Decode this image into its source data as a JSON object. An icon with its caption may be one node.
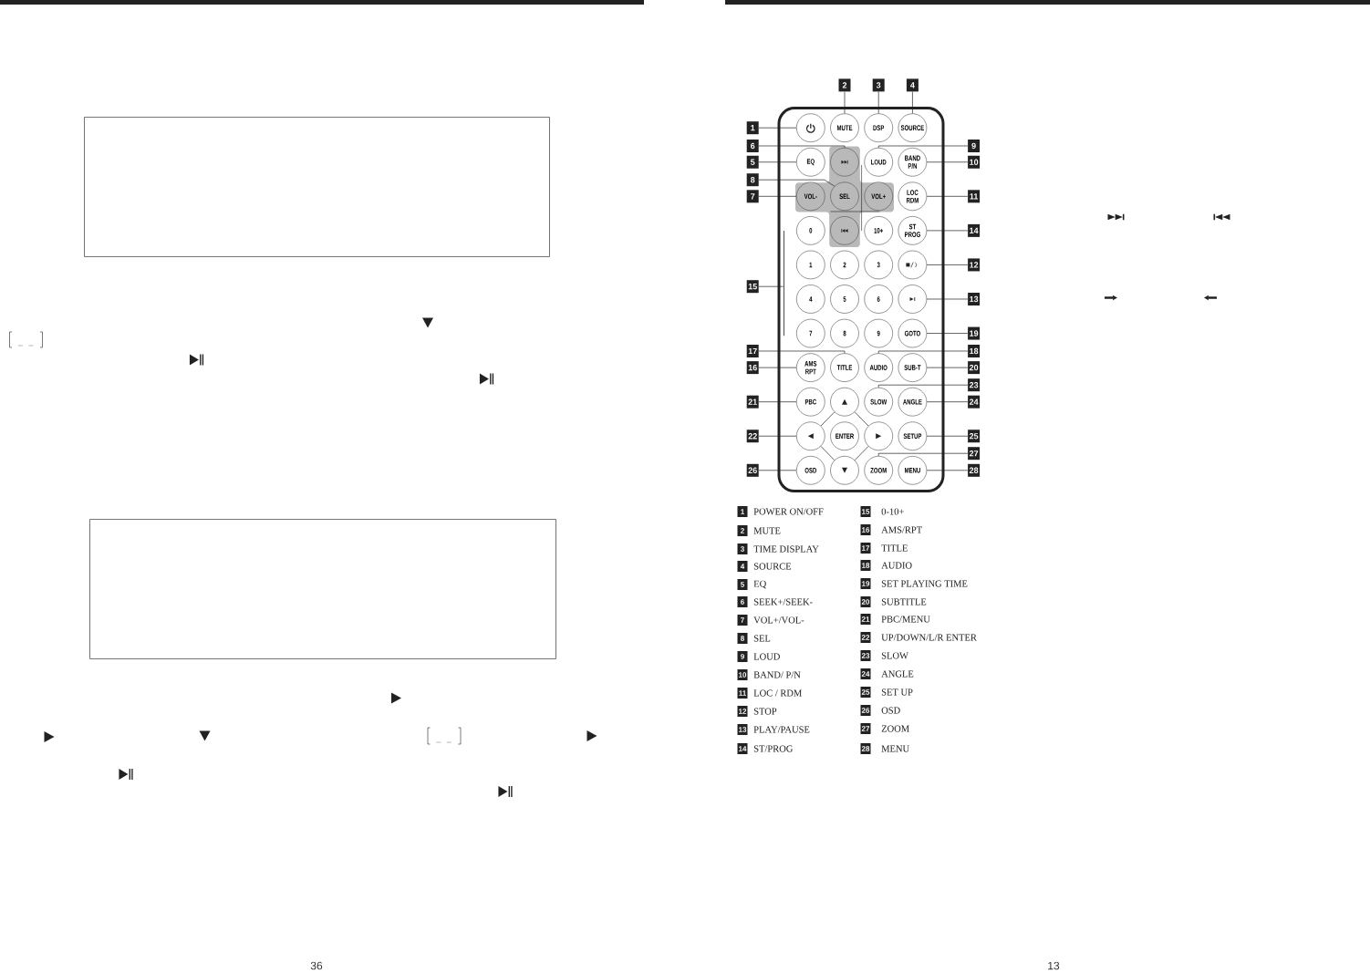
{
  "diagram": {
    "nodes": [
      {
        "text": [],
        "shape": "circle"
      },
      {
        "text": [
          "MUTE"
        ]
      },
      {
        "text": [
          "DSP"
        ]
      },
      {
        "text": [
          "SOURCE"
        ]
      },
      {
        "text": [
          "EQ"
        ]
      },
      {
        "text": [],
        "shape": "circle"
      },
      {
        "text": [
          "LOUD"
        ]
      },
      {
        "text": [
          "BAND P/N"
        ]
      },
      {
        "text": [
          "VOL-"
        ]
      },
      {
        "text": [
          "SEL"
        ]
      },
      {
        "text": [
          "VOL+"
        ]
      },
      {
        "text": [
          "LOC RDM"
        ]
      },
      {
        "text": [
          "0"
        ]
      },
      {
        "text": [],
        "shape": "circle"
      },
      {
        "text": [
          "10+"
        ]
      },
      {
        "text": [
          "ST PROG"
        ]
      },
      {
        "text": [
          "1"
        ]
      },
      {
        "text": [
          "2"
        ]
      },
      {
        "text": [
          "3"
        ]
      },
      {
        "text": [],
        "shape": "circle"
      },
      {
        "text": [
          "4"
        ]
      },
      {
        "text": [
          "5"
        ]
      },
      {
        "text": [
          "6"
        ]
      },
      {
        "text": [],
        "shape": "circle"
      },
      {
        "text": [
          "7"
        ]
      },
      {
        "text": [
          "8"
        ]
      },
      {
        "text": [
          "9"
        ]
      },
      {
        "text": [
          "GOTO"
        ]
      },
      {
        "text": [
          "AMS RPT"
        ]
      },
      {
        "text": [
          "TITLE"
        ]
      },
      {
        "text": [
          "AUDIO"
        ]
      },
      {
        "text": [
          "SUB-T"
        ]
      },
      {
        "text": [
          "PBC"
        ]
      },
      {
        "text": [],
        "shape": "circle"
      },
      {
        "text": [
          "SLOW"
        ]
      },
      {
        "text": [
          "ANGLE"
        ]
      },
      {
        "text": [],
        "shape": "circle"
      },
      {
        "text": [
          "ENTER"
        ]
      },
      {
        "text": [],
        "shape": "circle"
      },
      {
        "text": [
          "SETUP"
        ]
      },
      {
        "text": [
          "OSD"
        ]
      },
      {
        "text": [],
        "shape": "circle"
      },
      {
        "text": [
          "ZOOM"
        ]
      },
      {
        "text": [
          "MENU"
        ]
      },
      {
        "text": [
          "2"
        ]
      },
      {
        "text": [
          "3"
        ]
      },
      {
        "text": [
          "4"
        ]
      },
      {
        "text": [
          "1"
        ]
      },
      {
        "text": [
          "6"
        ]
      },
      {
        "text": [
          "9"
        ]
      },
      {
        "text": [
          "5"
        ]
      },
      {
        "text": [
          "10"
        ]
      },
      {
        "text": [
          "8"
        ]
      },
      {
        "text": [
          "7"
        ]
      },
      {
        "text": [
          "11"
        ]
      },
      {
        "text": [
          "14"
        ]
      },
      {
        "text": [
          "12"
        ]
      },
      {
        "text": [
          "15"
        ]
      },
      {
        "text": [
          "13"
        ]
      },
      {
        "text": [
          "19"
        ]
      },
      {
        "text": [
          "17"
        ]
      },
      {
        "text": [
          "18"
        ]
      },
      {
        "text": [
          "16"
        ]
      },
      {
        "text": [
          "20"
        ]
      },
      {
        "text": [
          "23"
        ]
      },
      {
        "text": [
          "21"
        ]
      },
      {
        "text": [
          "24"
        ]
      },
      {
        "text": [
          "22"
        ]
      },
      {
        "text": [
          "25"
        ]
      },
      {
        "text": [
          "27"
        ]
      },
      {
        "text": [
          "26"
        ]
      },
      {
        "text": [
          "28"
        ]
      },
      {
        "text": [],
        "shape": "bar"
      }
    ],
    "edges": [
      {
        "from": 47,
        "to": 0,
        "arrow": "none"
      },
      {
        "from": 44,
        "to": 1,
        "arrow": "none"
      },
      {
        "from": 45,
        "to": 2,
        "arrow": "none"
      },
      {
        "from": 46,
        "to": 3,
        "arrow": "none"
      },
      {
        "from": 48,
        "to": 5,
        "arrow": "none"
      },
      {
        "from": 49,
        "to": 6,
        "arrow": "none"
      },
      {
        "from": 50,
        "to": 4,
        "arrow": "none"
      },
      {
        "from": 51,
        "to": 7,
        "arrow": "none"
      },
      {
        "from": 52,
        "to": 9,
        "arrow": "none"
      },
      {
        "from": 53,
        "to": 8,
        "arrow": "none"
      },
      {
        "from": 54,
        "to": 11,
        "arrow": "none"
      },
      {
        "from": 55,
        "to": 15,
        "arrow": "none"
      },
      {
        "from": 56,
        "to": 19,
        "arrow": "none"
      },
      {
        "from": 58,
        "to": 23,
        "arrow": "none"
      },
      {
        "from": 59,
        "to": 27,
        "arrow": "none"
      },
      {
        "from": 60,
        "to": 29,
        "arrow": "none"
      },
      {
        "from": 61,
        "to": 30,
        "arrow": "none"
      },
      {
        "from": 62,
        "to": 28,
        "arrow": "none"
      },
      {
        "from": 63,
        "to": 31,
        "arrow": "none"
      },
      {
        "from": 64,
        "to": 34,
        "arrow": "none"
      },
      {
        "from": 65,
        "to": 32,
        "arrow": "none"
      },
      {
        "from": 66,
        "to": 35,
        "arrow": "none"
      },
      {
        "from": 67,
        "to": 36,
        "arrow": "none"
      },
      {
        "from": 68,
        "to": 39,
        "arrow": "none"
      },
      {
        "from": 69,
        "to": 42,
        "arrow": "none"
      },
      {
        "from": 70,
        "to": 40,
        "arrow": "none"
      },
      {
        "from": 71,
        "to": 43,
        "arrow": "none"
      },
      {
        "from": 57,
        "to": 72,
        "arrow": "none"
      },
      {
        "from": 33,
        "to": 38,
        "arrow": "none"
      },
      {
        "from": 38,
        "to": 41,
        "arrow": "none"
      },
      {
        "from": 41,
        "to": 36,
        "arrow": "none"
      },
      {
        "from": 36,
        "to": 33,
        "arrow": "none"
      }
    ],
    "labels": [
      "36",
      "1",
      "POWER ON/OFF",
      "2",
      "MUTE",
      "3",
      "TIME DISPLAY",
      "4",
      "SOURCE",
      "5",
      "EQ",
      "6",
      "SEEK+/SEEK-",
      "7",
      "VOL+/VOL-",
      "8",
      "SEL",
      "9",
      "LOUD",
      "10",
      "BAND/ P/N",
      "11",
      "LOC / RDM",
      "12",
      "STOP",
      "13",
      "PLAY/PAUSE",
      "14",
      "ST/PROG",
      "15",
      "0-10+",
      "16",
      "AMS/RPT",
      "17",
      "TITLE",
      "18",
      "AUDIO",
      "19",
      "SET PLAYING TIME",
      "20",
      "SUBTITLE",
      "21",
      "PBC/MENU",
      "22",
      "UP/DOWN/L/R ENTER",
      "23",
      "SLOW",
      "24",
      "ANGLE",
      "25",
      "SET UP",
      "26",
      "OSD",
      "27",
      "ZOOM",
      "28",
      "MENU",
      "13"
    ]
  }
}
